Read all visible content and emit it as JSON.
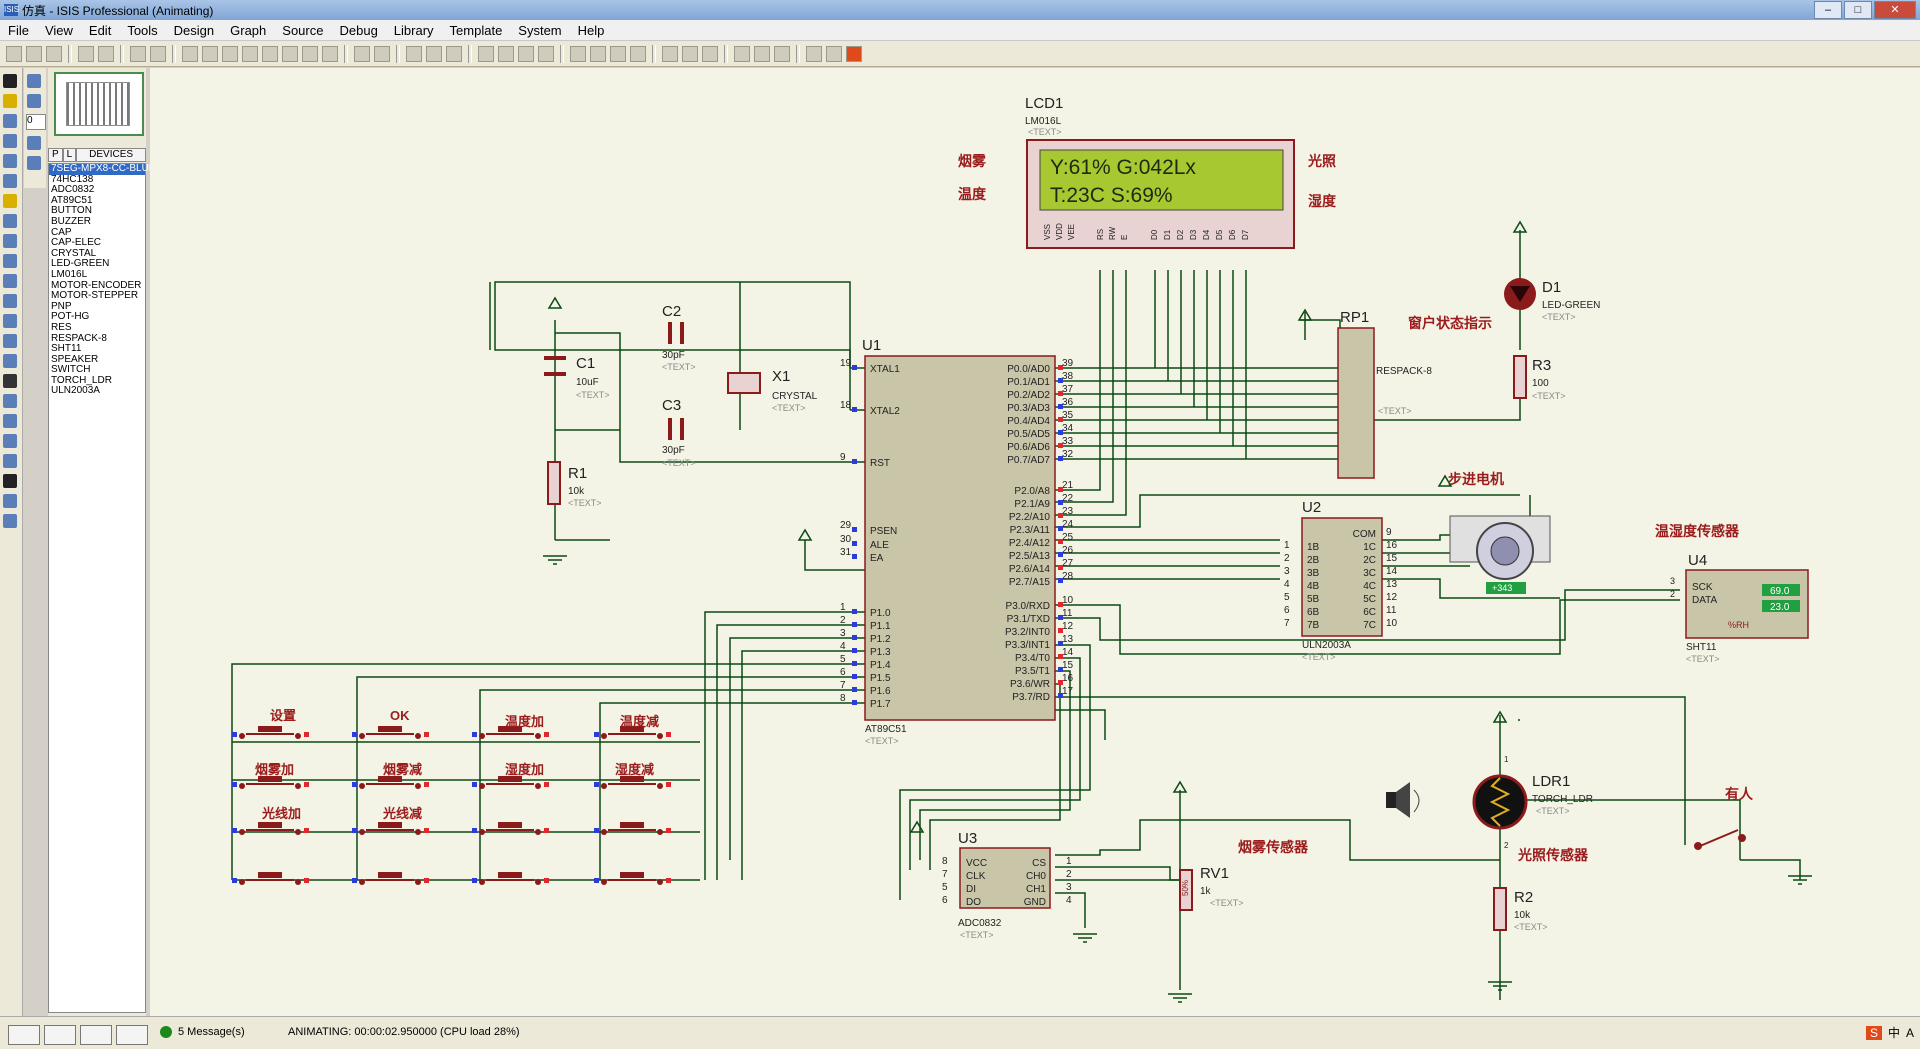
{
  "window": {
    "title": "仿真 - ISIS Professional (Animating)",
    "app_icon": "ISIS"
  },
  "menu": [
    "File",
    "View",
    "Edit",
    "Tools",
    "Design",
    "Graph",
    "Source",
    "Debug",
    "Library",
    "Template",
    "System",
    "Help"
  ],
  "panel": {
    "tabs": [
      "P",
      "L",
      "DEVICES"
    ],
    "devices": [
      "7SEG-MPX8-CC-BLUE",
      "74HC138",
      "ADC0832",
      "AT89C51",
      "BUTTON",
      "BUZZER",
      "CAP",
      "CAP-ELEC",
      "CRYSTAL",
      "LED-GREEN",
      "LM016L",
      "MOTOR-ENCODER",
      "MOTOR-STEPPER",
      "PNP",
      "POT-HG",
      "RES",
      "RESPACK-8",
      "SHT11",
      "SPEAKER",
      "SWITCH",
      "TORCH_LDR",
      "ULN2003A"
    ],
    "selected_device": "7SEG-MPX8-CC-BLUE",
    "rotation_value": "0"
  },
  "schematic": {
    "lcd": {
      "ref": "LCD1",
      "part": "LM016L",
      "text": "<TEXT>",
      "line1": "Y:61%  G:042Lx",
      "line2": "T:23C  S:69%",
      "pins": [
        "VSS",
        "VDD",
        "VEE",
        "RS",
        "RW",
        "E",
        "D0",
        "D1",
        "D2",
        "D3",
        "D4",
        "D5",
        "D6",
        "D7"
      ]
    },
    "labels_cn": {
      "smoke": "烟雾",
      "temp": "温度",
      "light": "光照",
      "humid": "湿度",
      "window": "窗户状态指示",
      "stepper": "步进电机",
      "th_sensor": "温湿度传感器",
      "smoke_sensor": "烟雾传感器",
      "light_sensor": "光照传感器",
      "person": "有人"
    },
    "mcu": {
      "ref": "U1",
      "part": "AT89C51",
      "text": "<TEXT>",
      "left_pins": [
        [
          "19",
          "XTAL1"
        ],
        [
          "18",
          "XTAL2"
        ],
        [
          "9",
          "RST"
        ],
        [
          "29",
          "PSEN"
        ],
        [
          "30",
          "ALE"
        ],
        [
          "31",
          "EA"
        ],
        [
          "1",
          "P1.0"
        ],
        [
          "2",
          "P1.1"
        ],
        [
          "3",
          "P1.2"
        ],
        [
          "4",
          "P1.3"
        ],
        [
          "5",
          "P1.4"
        ],
        [
          "6",
          "P1.5"
        ],
        [
          "7",
          "P1.6"
        ],
        [
          "8",
          "P1.7"
        ]
      ],
      "right_pins": [
        [
          "39",
          "P0.0/AD0"
        ],
        [
          "38",
          "P0.1/AD1"
        ],
        [
          "37",
          "P0.2/AD2"
        ],
        [
          "36",
          "P0.3/AD3"
        ],
        [
          "35",
          "P0.4/AD4"
        ],
        [
          "34",
          "P0.5/AD5"
        ],
        [
          "33",
          "P0.6/AD6"
        ],
        [
          "32",
          "P0.7/AD7"
        ],
        [
          "21",
          "P2.0/A8"
        ],
        [
          "22",
          "P2.1/A9"
        ],
        [
          "23",
          "P2.2/A10"
        ],
        [
          "24",
          "P2.3/A11"
        ],
        [
          "25",
          "P2.4/A12"
        ],
        [
          "26",
          "P2.5/A13"
        ],
        [
          "27",
          "P2.6/A14"
        ],
        [
          "28",
          "P2.7/A15"
        ],
        [
          "10",
          "P3.0/RXD"
        ],
        [
          "11",
          "P3.1/TXD"
        ],
        [
          "12",
          "P3.2/INT0"
        ],
        [
          "13",
          "P3.3/INT1"
        ],
        [
          "14",
          "P3.4/T0"
        ],
        [
          "15",
          "P3.5/T1"
        ],
        [
          "16",
          "P3.6/WR"
        ],
        [
          "17",
          "P3.7/RD"
        ]
      ]
    },
    "c1": {
      "ref": "C1",
      "value": "10uF",
      "text": "<TEXT>"
    },
    "c2": {
      "ref": "C2",
      "value": "30pF",
      "text": "<TEXT>"
    },
    "c3": {
      "ref": "C3",
      "value": "30pF",
      "text": "<TEXT>"
    },
    "x1": {
      "ref": "X1",
      "value": "CRYSTAL",
      "text": "<TEXT>"
    },
    "r1": {
      "ref": "R1",
      "value": "10k",
      "text": "<TEXT>"
    },
    "r2": {
      "ref": "R2",
      "value": "10k",
      "text": "<TEXT>"
    },
    "r3": {
      "ref": "R3",
      "value": "100",
      "text": "<TEXT>"
    },
    "rp1": {
      "ref": "RP1",
      "value": "RESPACK-8",
      "text": "<TEXT>"
    },
    "d1": {
      "ref": "D1",
      "value": "LED-GREEN",
      "text": "<TEXT>"
    },
    "u2": {
      "ref": "U2",
      "part": "ULN2003A",
      "text": "<TEXT>",
      "left": [
        "1B",
        "2B",
        "3B",
        "4B",
        "5B",
        "6B",
        "7B"
      ],
      "right": [
        "COM",
        "1C",
        "2C",
        "3C",
        "4C",
        "5C",
        "6C",
        "7C"
      ],
      "lpins": [
        "1",
        "2",
        "3",
        "4",
        "5",
        "6",
        "7"
      ],
      "rpins": [
        "9",
        "16",
        "15",
        "14",
        "13",
        "12",
        "11",
        "10"
      ]
    },
    "motor": {
      "readout": "+343"
    },
    "u4": {
      "ref": "U4",
      "part": "SHT11",
      "text": "<TEXT>",
      "pins": [
        "SCK",
        "DATA"
      ],
      "pin_nums": [
        "3",
        "2"
      ],
      "temp_val": "69.0",
      "hum_val": "23.0",
      "unit_rh": "%RH"
    },
    "u3": {
      "ref": "U3",
      "part": "ADC0832",
      "text": "<TEXT>",
      "left": [
        "VCC",
        "CLK",
        "DI",
        "DO"
      ],
      "right": [
        "CS",
        "CH0",
        "CH1",
        "GND"
      ],
      "lpins": [
        "8",
        "7",
        "5",
        "6"
      ],
      "rpins": [
        "1",
        "2",
        "3",
        "4"
      ]
    },
    "rv1": {
      "ref": "RV1",
      "value": "1k",
      "text": "<TEXT>",
      "pct": "50%"
    },
    "ldr1": {
      "ref": "LDR1",
      "part": "TORCH_LDR",
      "text": "<TEXT>",
      "pins": [
        "1",
        "2"
      ]
    },
    "buttons": [
      "设置",
      "OK",
      "温度加",
      "温度减",
      "烟雾加",
      "烟雾减",
      "湿度加",
      "湿度减",
      "光线加",
      "光线减"
    ]
  },
  "status": {
    "messages": "5 Message(s)",
    "animating": "ANIMATING: 00:00:02.950000 (CPU load 28%)",
    "tray": [
      "S",
      "中",
      "A"
    ]
  },
  "colors": {
    "lcd_bg": "#a8c832",
    "wire": "#0a4a14",
    "component": "#8b1a1a",
    "label_cn": "#9b1c1c",
    "pin_red": "#e0282e",
    "pin_blue": "#2c3cd6"
  }
}
